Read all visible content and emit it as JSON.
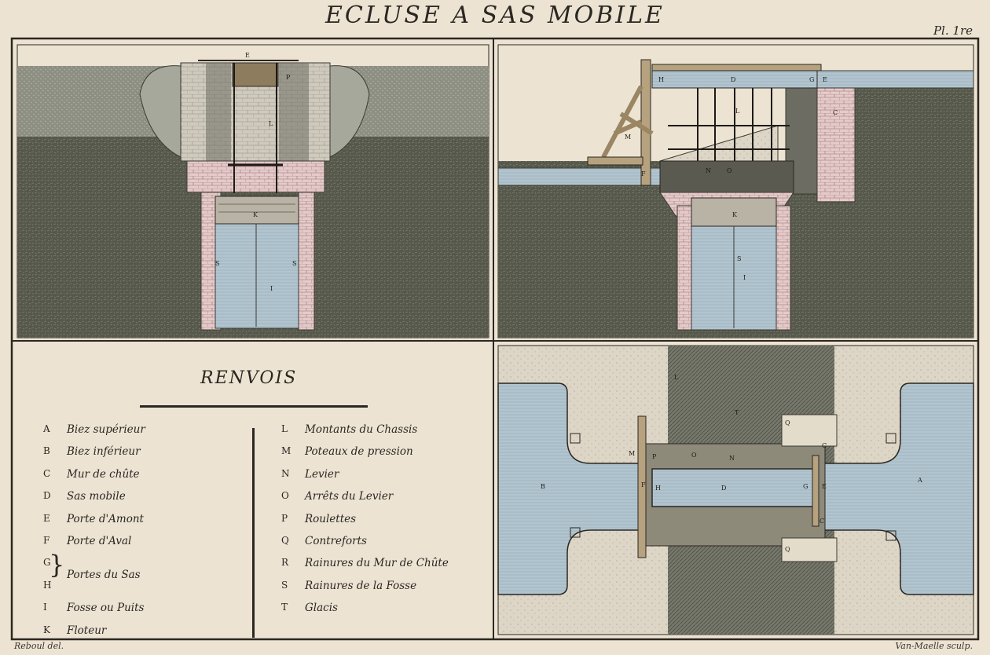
{
  "title": "ECLUSE A SAS MOBILE",
  "plate_number": "Pl. 1re",
  "credit_left": "Reboul del.",
  "credit_right": "Van-Maelle sculp.",
  "legend": {
    "heading": "RENVOIS",
    "left_column": [
      {
        "key": "A",
        "text": "Biez supérieur"
      },
      {
        "key": "B",
        "text": "Biez inférieur"
      },
      {
        "key": "C",
        "text": "Mur de chûte"
      },
      {
        "key": "D",
        "text": "Sas mobile"
      },
      {
        "key": "E",
        "text": "Porte d'Amont"
      },
      {
        "key": "F",
        "text": "Porte d'Aval"
      },
      {
        "key": "G",
        "text": ""
      },
      {
        "key": "H",
        "text": "Portes du Sas"
      },
      {
        "key": "I",
        "text": "Fosse ou Puits"
      },
      {
        "key": "K",
        "text": "Floteur"
      }
    ],
    "right_column": [
      {
        "key": "L",
        "text": "Montants du Chassis"
      },
      {
        "key": "M",
        "text": "Poteaux de pression"
      },
      {
        "key": "N",
        "text": "Levier"
      },
      {
        "key": "O",
        "text": "Arrêts du Levier"
      },
      {
        "key": "P",
        "text": "Roulettes"
      },
      {
        "key": "Q",
        "text": "Contreforts"
      },
      {
        "key": "R",
        "text": "Rainures du Mur de Chûte"
      },
      {
        "key": "S",
        "text": "Rainures de la Fosse"
      },
      {
        "key": "T",
        "text": "Glacis"
      }
    ]
  },
  "colors": {
    "paper": "#ece3d3",
    "ink": "#2b2722",
    "water": "#a9bdc8",
    "earth": "#55584a",
    "masonry": "#e6c9c9",
    "stone": "#c9c5b8",
    "wood": "#b6a27e"
  },
  "letters": {
    "p1": [
      "E",
      "P",
      "L",
      "K",
      "S",
      "S",
      "I"
    ],
    "p2": [
      "H",
      "D",
      "G",
      "E",
      "L",
      "M",
      "F",
      "N",
      "O",
      "K",
      "S",
      "I",
      "C"
    ],
    "p4": [
      "B",
      "A",
      "D",
      "H",
      "G",
      "E",
      "F",
      "C",
      "C",
      "Q",
      "Q",
      "M",
      "P",
      "N",
      "O",
      "T",
      "L"
    ]
  }
}
